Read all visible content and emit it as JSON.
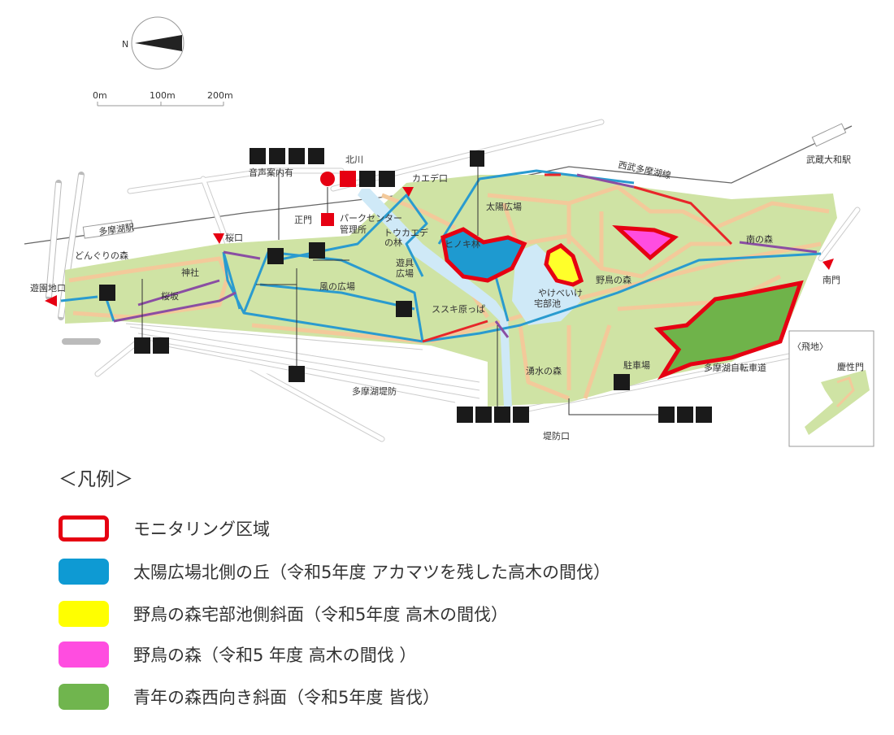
{
  "compass": {
    "north_label": "N"
  },
  "scale": {
    "ticks": [
      "0m",
      "100m",
      "200m"
    ]
  },
  "map": {
    "labels": {
      "tamako_station": "多摩湖駅",
      "yuenchi_gate": "遊園地口",
      "donguri": "どんぐりの森",
      "jinja": "神社",
      "sakurazaka": "桜坂",
      "sakura_gate": "桜口",
      "onsei": "音声案内有",
      "kitagawa": "北川",
      "seimon": "正門",
      "park_center": "パークセンター",
      "kanrisho": "管理所",
      "kaede_gate": "カエデ口",
      "toukaede": "トウカエデ",
      "toukaede2": "の林",
      "yugu": "遊具",
      "yugu2": "広場",
      "kaze": "風の広場",
      "susuki": "ススキ原っぱ",
      "tamako_dam": "多摩湖堤防",
      "hinoki": "ヒノキ林",
      "taiyo": "太陽広場",
      "seibu_line": "西武多摩湖線",
      "musashi_station": "武蔵大和駅",
      "minami_mori": "南の森",
      "minami_gate": "南門",
      "yacho": "野鳥の森",
      "yakebe": "宅部池",
      "yakebe_ruby": "やけべいけ",
      "yusui": "湧水の森",
      "parking": "駐車場",
      "cycle_road": "多摩湖自転車道",
      "teibo_gate": "堤防口",
      "tobichi": "〈飛地〉",
      "keishomon": "慶性門"
    },
    "icons": [
      "toilet",
      "accessible-toilet",
      "baby-changing",
      "family-toilet",
      "information",
      "aed",
      "nursing-room",
      "accessible-parking",
      "drinking-fountain",
      "gate"
    ],
    "colors": {
      "park": "#cfe3a4",
      "path": "#f3c99a",
      "course_blue": "#2a9bcf",
      "course_purple": "#8a4ea3",
      "course_red": "#e8262a",
      "water": "#cfe9f7",
      "gate": "#e60012"
    }
  },
  "legend": {
    "title": "＜凡例＞",
    "items": [
      {
        "label": "モニタリング区域",
        "color": "#e60012",
        "style": "outline"
      },
      {
        "label": "太陽広場北側の丘（令和5年度 アカマツを残した高木の間伐）",
        "color": "#0e9ad3",
        "style": "fill"
      },
      {
        "label": "野鳥の森宅部池側斜面（令和5年度 高木の間伐）",
        "color": "#ffff00",
        "style": "fill"
      },
      {
        "label": "野鳥の森（令和5 年度 高木の間伐 ）",
        "color": "#ff4de0",
        "style": "fill"
      },
      {
        "label": "青年の森西向き斜面（令和5年度 皆伐）",
        "color": "#70b54e",
        "style": "fill"
      }
    ]
  }
}
